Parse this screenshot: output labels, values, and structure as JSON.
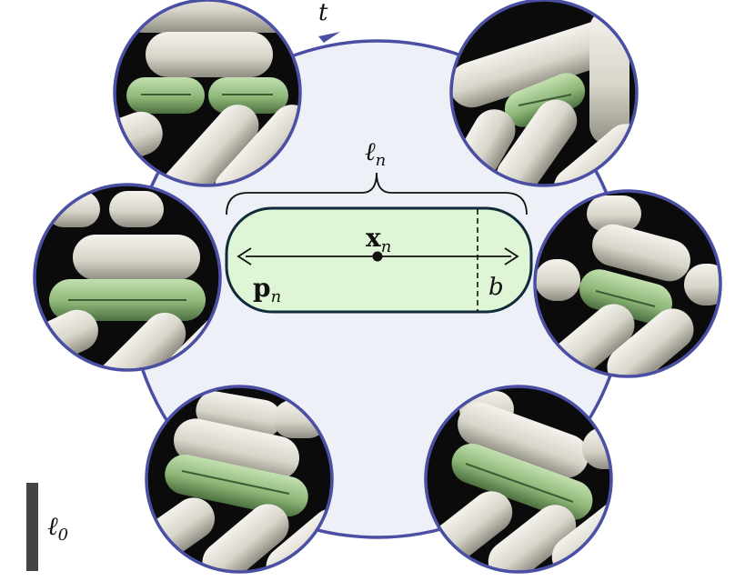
{
  "labels": {
    "time": "t",
    "cell_length_symbol": "ℓ",
    "cell_length_sub": "n",
    "position_symbol": "x",
    "position_sub": "n",
    "orientation_symbol": "p",
    "orientation_sub": "n",
    "width_symbol": "b",
    "scalebar_symbol": "ℓ",
    "scalebar_sub": "0"
  },
  "colors": {
    "cycle_fill": "#eef0f8",
    "cycle_stroke": "#4a4fa3",
    "cell_fill": "#def5d6",
    "cell_stroke": "#0f2b3a",
    "green_rod": "#8fb47a",
    "grey_rod": "#d9d6cb",
    "background_dark": "#0b0b0b",
    "scalebar": "#444444"
  },
  "snapshots": [
    {
      "name": "top-left"
    },
    {
      "name": "top-right"
    },
    {
      "name": "middle-left"
    },
    {
      "name": "middle-right"
    },
    {
      "name": "bottom-left"
    },
    {
      "name": "bottom-right"
    }
  ]
}
